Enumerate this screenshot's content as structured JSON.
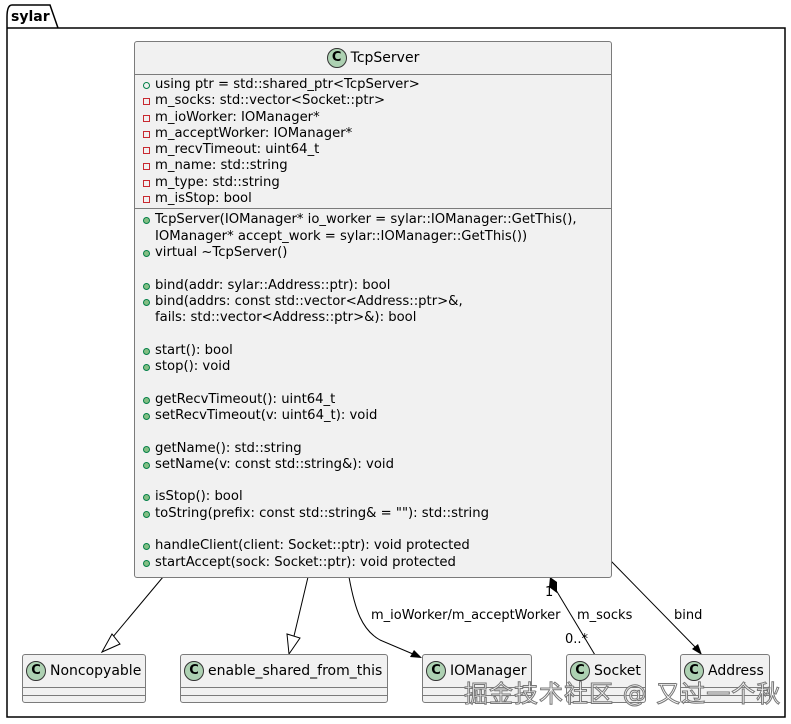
{
  "package": {
    "name": "sylar"
  },
  "main_class": {
    "name": "TcpServer",
    "icon": "class-icon",
    "icon_letter": "C",
    "fields": [
      {
        "vis": "public",
        "text": "using ptr = std::shared_ptr<TcpServer>"
      },
      {
        "vis": "private",
        "text": "m_socks: std::vector<Socket::ptr>"
      },
      {
        "vis": "private",
        "text": "m_ioWorker: IOManager*"
      },
      {
        "vis": "private",
        "text": "m_acceptWorker: IOManager*"
      },
      {
        "vis": "private",
        "text": "m_recvTimeout: uint64_t"
      },
      {
        "vis": "private",
        "text": "m_name: std::string"
      },
      {
        "vis": "private",
        "text": "m_type: std::string"
      },
      {
        "vis": "private",
        "text": "m_isStop: bool"
      }
    ],
    "methods": [
      {
        "vis": "public",
        "text": "TcpServer(IOManager* io_worker = sylar::IOManager::GetThis(),"
      },
      {
        "vis": "none",
        "text": "IOManager* accept_work = sylar::IOManager::GetThis())"
      },
      {
        "vis": "public",
        "text": "virtual ~TcpServer()"
      },
      {
        "vis": "blank",
        "text": ""
      },
      {
        "vis": "public",
        "text": "bind(addr: sylar::Address::ptr): bool"
      },
      {
        "vis": "public",
        "text": "bind(addrs: const std::vector<Address::ptr>&,"
      },
      {
        "vis": "none",
        "text": "fails: std::vector<Address::ptr>&): bool"
      },
      {
        "vis": "blank",
        "text": ""
      },
      {
        "vis": "public",
        "text": "start(): bool"
      },
      {
        "vis": "public",
        "text": "stop(): void"
      },
      {
        "vis": "blank",
        "text": ""
      },
      {
        "vis": "public",
        "text": "getRecvTimeout(): uint64_t"
      },
      {
        "vis": "public",
        "text": "setRecvTimeout(v: uint64_t): void"
      },
      {
        "vis": "blank",
        "text": ""
      },
      {
        "vis": "public",
        "text": "getName(): std::string"
      },
      {
        "vis": "public",
        "text": "setName(v: const std::string&): void"
      },
      {
        "vis": "blank",
        "text": ""
      },
      {
        "vis": "public",
        "text": "isStop(): bool"
      },
      {
        "vis": "public",
        "text": "toString(prefix: const std::string& = \"\"): std::string"
      },
      {
        "vis": "blank",
        "text": ""
      },
      {
        "vis": "public",
        "text": "handleClient(client: Socket::ptr): void protected"
      },
      {
        "vis": "public",
        "text": "startAccept(sock: Socket::ptr): void protected"
      }
    ]
  },
  "classes": [
    {
      "name": "Noncopyable",
      "icon_letter": "C"
    },
    {
      "name": "enable_shared_from_this",
      "icon_letter": "C"
    },
    {
      "name": "IOManager",
      "icon_letter": "C"
    },
    {
      "name": "Socket",
      "icon_letter": "C"
    },
    {
      "name": "Address",
      "icon_letter": "C"
    }
  ],
  "relations": [
    {
      "from": "TcpServer",
      "to": "Noncopyable",
      "type": "inheritance",
      "label": ""
    },
    {
      "from": "TcpServer",
      "to": "enable_shared_from_this",
      "type": "inheritance",
      "label": ""
    },
    {
      "from": "TcpServer",
      "to": "IOManager",
      "type": "association",
      "label": "m_ioWorker/m_acceptWorker"
    },
    {
      "from": "TcpServer",
      "to": "Socket",
      "type": "composition",
      "label": "m_socks",
      "from_multiplicity": "1",
      "to_multiplicity": "0..*"
    },
    {
      "from": "TcpServer",
      "to": "Address",
      "type": "association",
      "label": "bind"
    }
  ],
  "watermark": "掘金技术社区 @ 又过一个秋"
}
